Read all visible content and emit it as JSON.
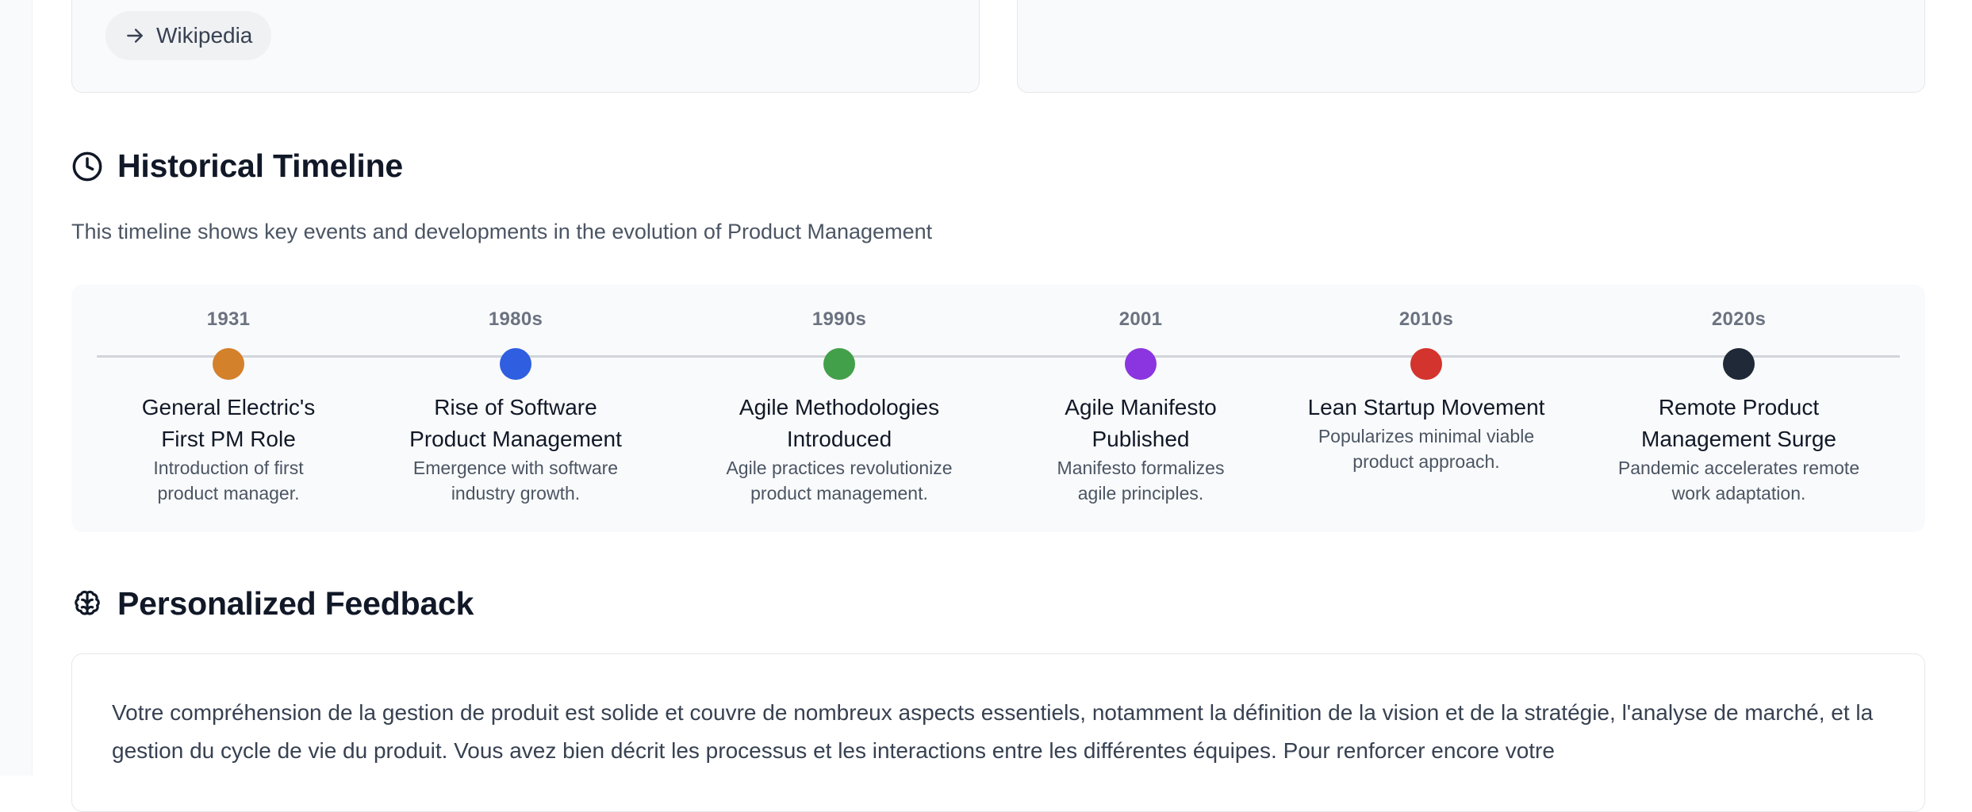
{
  "sources": {
    "wikipedia_label": "Wikipedia"
  },
  "timeline": {
    "title": "Historical Timeline",
    "description": "This timeline shows key events and developments in the evolution of Product Management",
    "events": [
      {
        "year": "1931",
        "title_lines": [
          "General Electric's",
          "First PM Role"
        ],
        "desc_lines": [
          "Introduction of first",
          "product manager."
        ],
        "color": "#d4812b"
      },
      {
        "year": "1980s",
        "title_lines": [
          "Rise of Software",
          "Product Management"
        ],
        "desc_lines": [
          "Emergence with software",
          "industry growth."
        ],
        "color": "#2f5fe0"
      },
      {
        "year": "1990s",
        "title_lines": [
          "Agile Methodologies",
          "Introduced"
        ],
        "desc_lines": [
          "Agile practices revolutionize",
          "product management."
        ],
        "color": "#43a04a"
      },
      {
        "year": "2001",
        "title_lines": [
          "Agile Manifesto",
          "Published"
        ],
        "desc_lines": [
          "Manifesto formalizes",
          "agile principles."
        ],
        "color": "#8b35e0"
      },
      {
        "year": "2010s",
        "title_lines": [
          "Lean Startup Movement"
        ],
        "desc_lines": [
          "Popularizes minimal viable",
          "product approach."
        ],
        "color": "#d3342e"
      },
      {
        "year": "2020s",
        "title_lines": [
          "Remote Product",
          "Management Surge"
        ],
        "desc_lines": [
          "Pandemic accelerates remote",
          "work adaptation."
        ],
        "color": "#1f2937"
      }
    ]
  },
  "feedback": {
    "title": "Personalized Feedback",
    "text": "Votre compréhension de la gestion de produit est solide et couvre de nombreux aspects essentiels, notamment la définition de la vision et de la stratégie, l'analyse de marché, et la gestion du cycle de vie du produit. Vous avez bien décrit les processus et les interactions entre les différentes équipes. Pour renforcer encore votre"
  }
}
